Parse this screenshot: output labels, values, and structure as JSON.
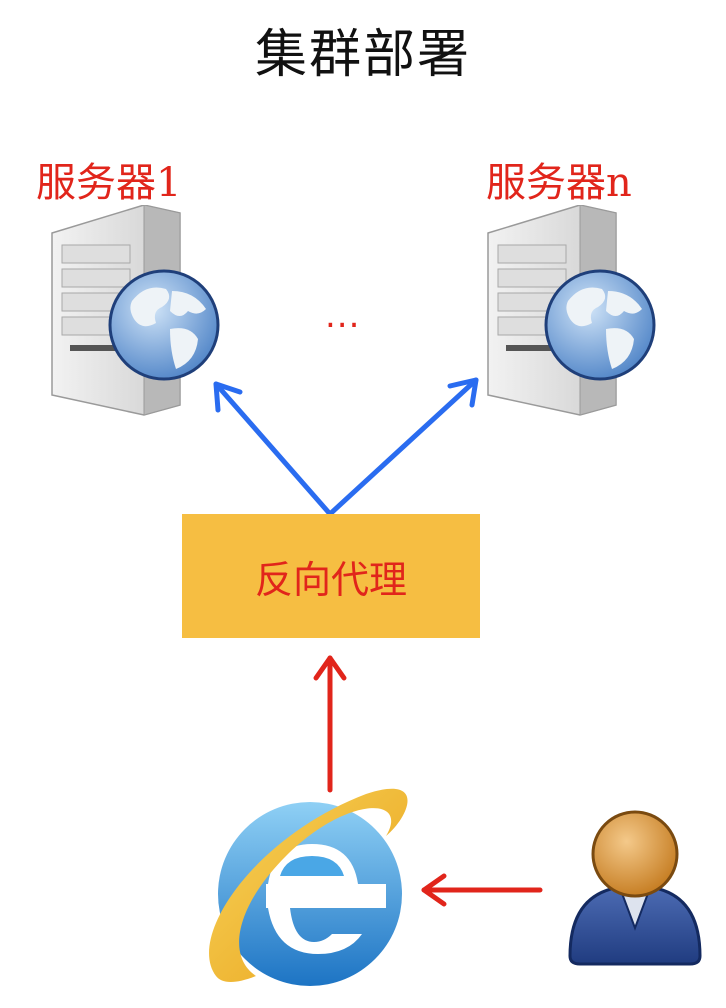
{
  "title": "集群部署",
  "servers": [
    {
      "label": "服务器1"
    },
    {
      "label": "服务器n"
    }
  ],
  "ellipsis": "...",
  "proxy": {
    "label": "反向代理"
  },
  "icons": {
    "server": "server-globe-icon",
    "browser": "internet-explorer-icon",
    "user": "user-icon"
  },
  "colors": {
    "label_red": "#e1251b",
    "proxy_fill": "#f6be42",
    "arrow_blue": "#2a6cf0",
    "arrow_red": "#e1251b"
  }
}
